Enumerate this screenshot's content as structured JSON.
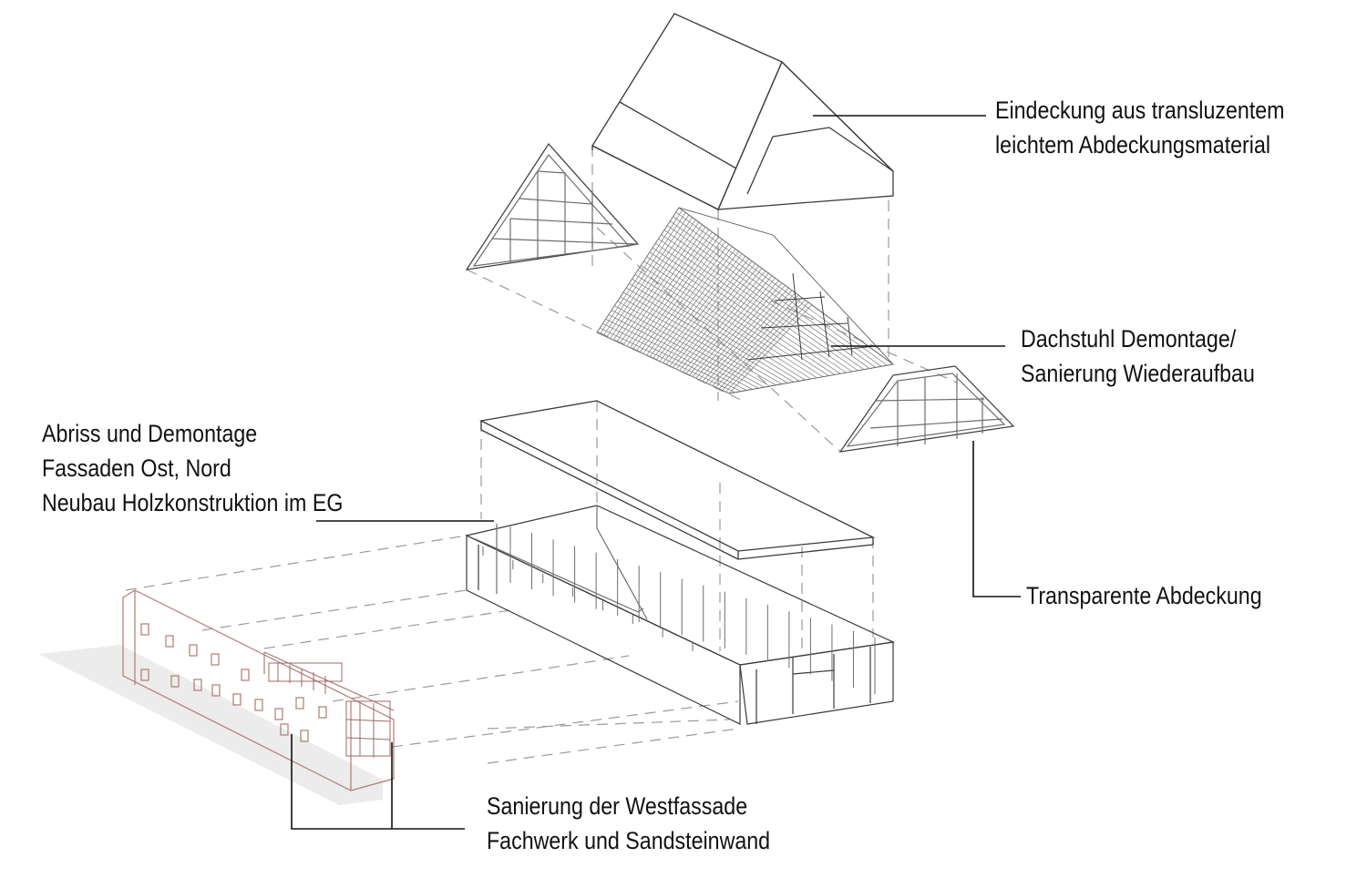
{
  "annotations": {
    "roof_cover": {
      "lines": [
        "Eindeckung aus transluzentem",
        "leichtem Abdeckungsmaterial"
      ]
    },
    "roof_truss": {
      "lines": [
        "Dachstuhl Demontage/",
        "Sanierung Wiederaufbau"
      ]
    },
    "transparent_cover": {
      "lines": [
        "Transparente Abdeckung"
      ]
    },
    "demolition": {
      "lines": [
        "Abriss und Demontage",
        "Fassaden Ost, Nord",
        "Neubau Holzkonstruktion im EG"
      ]
    },
    "west_facade": {
      "lines": [
        "Sanierung  der Westfassade",
        "Fachwerk und Sandsteinwand"
      ]
    }
  },
  "colors": {
    "line": "#3a3a3a",
    "thin_line": "#6d6d6d",
    "dashed": "#9a9a9a",
    "facade": "#b07a72",
    "shadow": "#ececec",
    "leader": "#111111"
  }
}
